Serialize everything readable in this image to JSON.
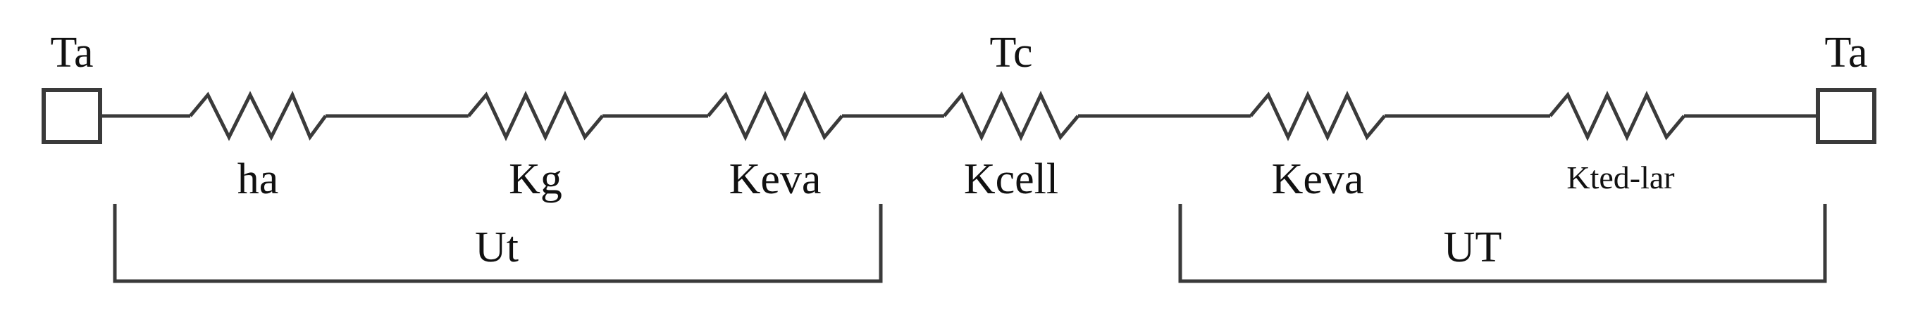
{
  "nodes": {
    "left_terminal": "Ta",
    "middle_node": "Tc",
    "right_terminal": "Ta"
  },
  "resistors": [
    "ha",
    "Kg",
    "Keva",
    "Kcell",
    "Keva",
    "Kted-lar"
  ],
  "groups": {
    "left": "Ut",
    "right": "UT"
  }
}
